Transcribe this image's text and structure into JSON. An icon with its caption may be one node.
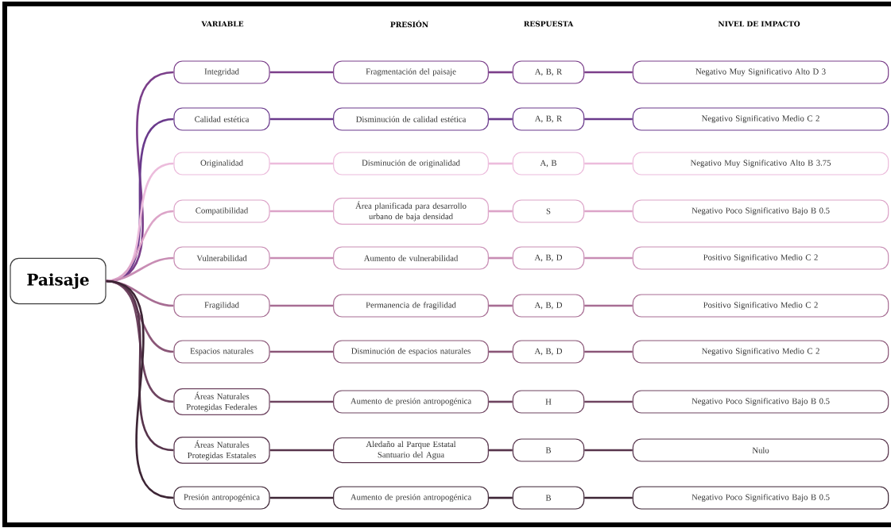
{
  "diagram": {
    "nodes": [
      {
        "text": [
          "Paisaje"
        ]
      },
      {
        "text": [
          "Integridad"
        ]
      },
      {
        "text": [
          "Fragmentación del paisaje"
        ]
      },
      {
        "text": [
          "A, B, R"
        ]
      },
      {
        "text": [
          "Negativo Muy Significativo Alto D 3"
        ]
      },
      {
        "text": [
          "Calidad estética"
        ]
      },
      {
        "text": [
          "Disminución de calidad estética"
        ]
      },
      {
        "text": [
          "A, B, R"
        ]
      },
      {
        "text": [
          "Negativo Significativo Medio C 2"
        ]
      },
      {
        "text": [
          "Originalidad"
        ]
      },
      {
        "text": [
          "Disminución de originalidad"
        ]
      },
      {
        "text": [
          "A, B"
        ]
      },
      {
        "text": [
          "Negativo Muy Significativo Alto B 3.75"
        ]
      },
      {
        "text": [
          "Compatibilidad"
        ]
      },
      {
        "text": [
          "Área planificada para desarrollo urbano de baja densidad"
        ]
      },
      {
        "text": [
          "S"
        ]
      },
      {
        "text": [
          "Negativo Poco Significativo Bajo B 0.5"
        ]
      },
      {
        "text": [
          "Vulnerabilidad"
        ]
      },
      {
        "text": [
          "Aumento de vulnerabilidad"
        ]
      },
      {
        "text": [
          "A, B, D"
        ]
      },
      {
        "text": [
          "Positivo Significativo Medio C 2"
        ]
      },
      {
        "text": [
          "Fragilidad"
        ]
      },
      {
        "text": [
          "Permanencia de fragilidad"
        ]
      },
      {
        "text": [
          "A, B, D"
        ]
      },
      {
        "text": [
          "Positivo Significativo Medio C 2"
        ]
      },
      {
        "text": [
          "Espacios naturales"
        ]
      },
      {
        "text": [
          "Disminución de espacios naturales"
        ]
      },
      {
        "text": [
          "A, B, D"
        ]
      },
      {
        "text": [
          "Negativo Significativo Medio C 2"
        ]
      },
      {
        "text": [
          "Áreas Naturales Protegidas Federales"
        ]
      },
      {
        "text": [
          "Aumento de presión antropogénica"
        ]
      },
      {
        "text": [
          "H"
        ]
      },
      {
        "text": [
          "Negativo Poco Significativo Bajo B 0.5"
        ]
      },
      {
        "text": [
          "Áreas Naturales Protegidas Estatales"
        ]
      },
      {
        "text": [
          "Aledaño al Parque Estatal Santuario del Agua"
        ]
      },
      {
        "text": [
          "B"
        ]
      },
      {
        "text": [
          "Nulo"
        ]
      },
      {
        "text": [
          "Presión antropogénica"
        ]
      },
      {
        "text": [
          "Aumento de presión antropogénica"
        ]
      },
      {
        "text": [
          "B"
        ]
      },
      {
        "text": [
          "Negativo Poco Significativo Bajo B 0.5"
        ]
      }
    ],
    "edges": [
      {
        "from": 0,
        "to": 1,
        "arrow": "none",
        "color": "#7b3f8a"
      },
      {
        "from": 1,
        "to": 2,
        "arrow": "none",
        "color": "#7b3f8a"
      },
      {
        "from": 2,
        "to": 3,
        "arrow": "none",
        "color": "#7b3f8a"
      },
      {
        "from": 3,
        "to": 4,
        "arrow": "none",
        "color": "#7b3f8a"
      },
      {
        "from": 0,
        "to": 5,
        "arrow": "none",
        "color": "#6a3a8c"
      },
      {
        "from": 5,
        "to": 6,
        "arrow": "none",
        "color": "#6a3a8c"
      },
      {
        "from": 6,
        "to": 7,
        "arrow": "none",
        "color": "#6a3a8c"
      },
      {
        "from": 7,
        "to": 8,
        "arrow": "none",
        "color": "#6a3a8c"
      },
      {
        "from": 0,
        "to": 9,
        "arrow": "none",
        "color": "#ecbcdc"
      },
      {
        "from": 9,
        "to": 10,
        "arrow": "none",
        "color": "#ecbcdc"
      },
      {
        "from": 10,
        "to": 11,
        "arrow": "none",
        "color": "#ecbcdc"
      },
      {
        "from": 11,
        "to": 12,
        "arrow": "none",
        "color": "#ecbcdc"
      },
      {
        "from": 0,
        "to": 13,
        "arrow": "none",
        "color": "#dca4c8"
      },
      {
        "from": 13,
        "to": 14,
        "arrow": "none",
        "color": "#dca4c8"
      },
      {
        "from": 14,
        "to": 15,
        "arrow": "none",
        "color": "#dca4c8"
      },
      {
        "from": 15,
        "to": 16,
        "arrow": "none",
        "color": "#dca4c8"
      },
      {
        "from": 0,
        "to": 17,
        "arrow": "none",
        "color": "#c88db4"
      },
      {
        "from": 17,
        "to": 18,
        "arrow": "none",
        "color": "#c88db4"
      },
      {
        "from": 18,
        "to": 19,
        "arrow": "none",
        "color": "#c88db4"
      },
      {
        "from": 19,
        "to": 20,
        "arrow": "none",
        "color": "#c88db4"
      },
      {
        "from": 0,
        "to": 21,
        "arrow": "none",
        "color": "#a76d93"
      },
      {
        "from": 21,
        "to": 22,
        "arrow": "none",
        "color": "#a76d93"
      },
      {
        "from": 22,
        "to": 23,
        "arrow": "none",
        "color": "#a76d93"
      },
      {
        "from": 23,
        "to": 24,
        "arrow": "none",
        "color": "#a76d93"
      },
      {
        "from": 0,
        "to": 25,
        "arrow": "none",
        "color": "#8a5677"
      },
      {
        "from": 25,
        "to": 26,
        "arrow": "none",
        "color": "#8a5677"
      },
      {
        "from": 26,
        "to": 27,
        "arrow": "none",
        "color": "#8a5677"
      },
      {
        "from": 27,
        "to": 28,
        "arrow": "none",
        "color": "#8a5677"
      },
      {
        "from": 0,
        "to": 29,
        "arrow": "none",
        "color": "#6e4460"
      },
      {
        "from": 29,
        "to": 30,
        "arrow": "none",
        "color": "#6e4460"
      },
      {
        "from": 30,
        "to": 31,
        "arrow": "none",
        "color": "#6e4460"
      },
      {
        "from": 31,
        "to": 32,
        "arrow": "none",
        "color": "#6e4460"
      },
      {
        "from": 0,
        "to": 33,
        "arrow": "none",
        "color": "#57344c"
      },
      {
        "from": 33,
        "to": 34,
        "arrow": "none",
        "color": "#57344c"
      },
      {
        "from": 34,
        "to": 35,
        "arrow": "none",
        "color": "#57344c"
      },
      {
        "from": 35,
        "to": 36,
        "arrow": "none",
        "color": "#57344c"
      },
      {
        "from": 0,
        "to": 37,
        "arrow": "none",
        "color": "#3d2535"
      },
      {
        "from": 37,
        "to": 38,
        "arrow": "none",
        "color": "#3d2535"
      },
      {
        "from": 38,
        "to": 39,
        "arrow": "none",
        "color": "#3d2535"
      },
      {
        "from": 39,
        "to": 40,
        "arrow": "none",
        "color": "#3d2535"
      }
    ],
    "labels": [
      "VARIABLE",
      "PRESIÓN",
      "RESPUESTA",
      "NIVEL DE IMPACTO"
    ]
  }
}
